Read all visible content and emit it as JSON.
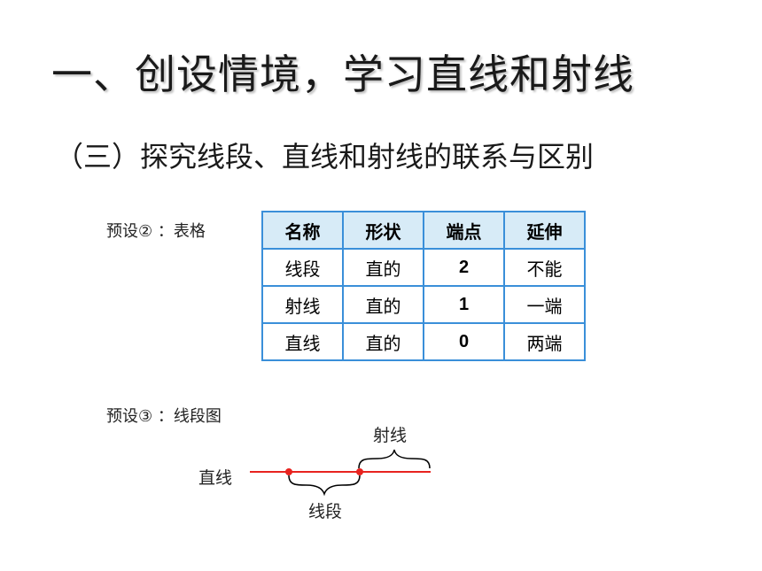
{
  "title": "一、创设情境，学习直线和射线",
  "subtitle": "（三）探究线段、直线和射线的联系与区别",
  "preset_table_label": "预设② ：表格",
  "preset_diagram_label": "预设③ ：线段图",
  "table": {
    "headers": [
      "名称",
      "形状",
      "端点",
      "延伸"
    ],
    "rows": [
      [
        "线段",
        "直的",
        "2",
        "不能"
      ],
      [
        "射线",
        "直的",
        "1",
        "一端"
      ],
      [
        "直线",
        "直的",
        "0",
        "两端"
      ]
    ]
  },
  "diagram": {
    "line_label": "直线",
    "segment_label": "线段",
    "ray_label": "射线",
    "line_color": "#e8231f",
    "point_color": "#e8231f"
  }
}
